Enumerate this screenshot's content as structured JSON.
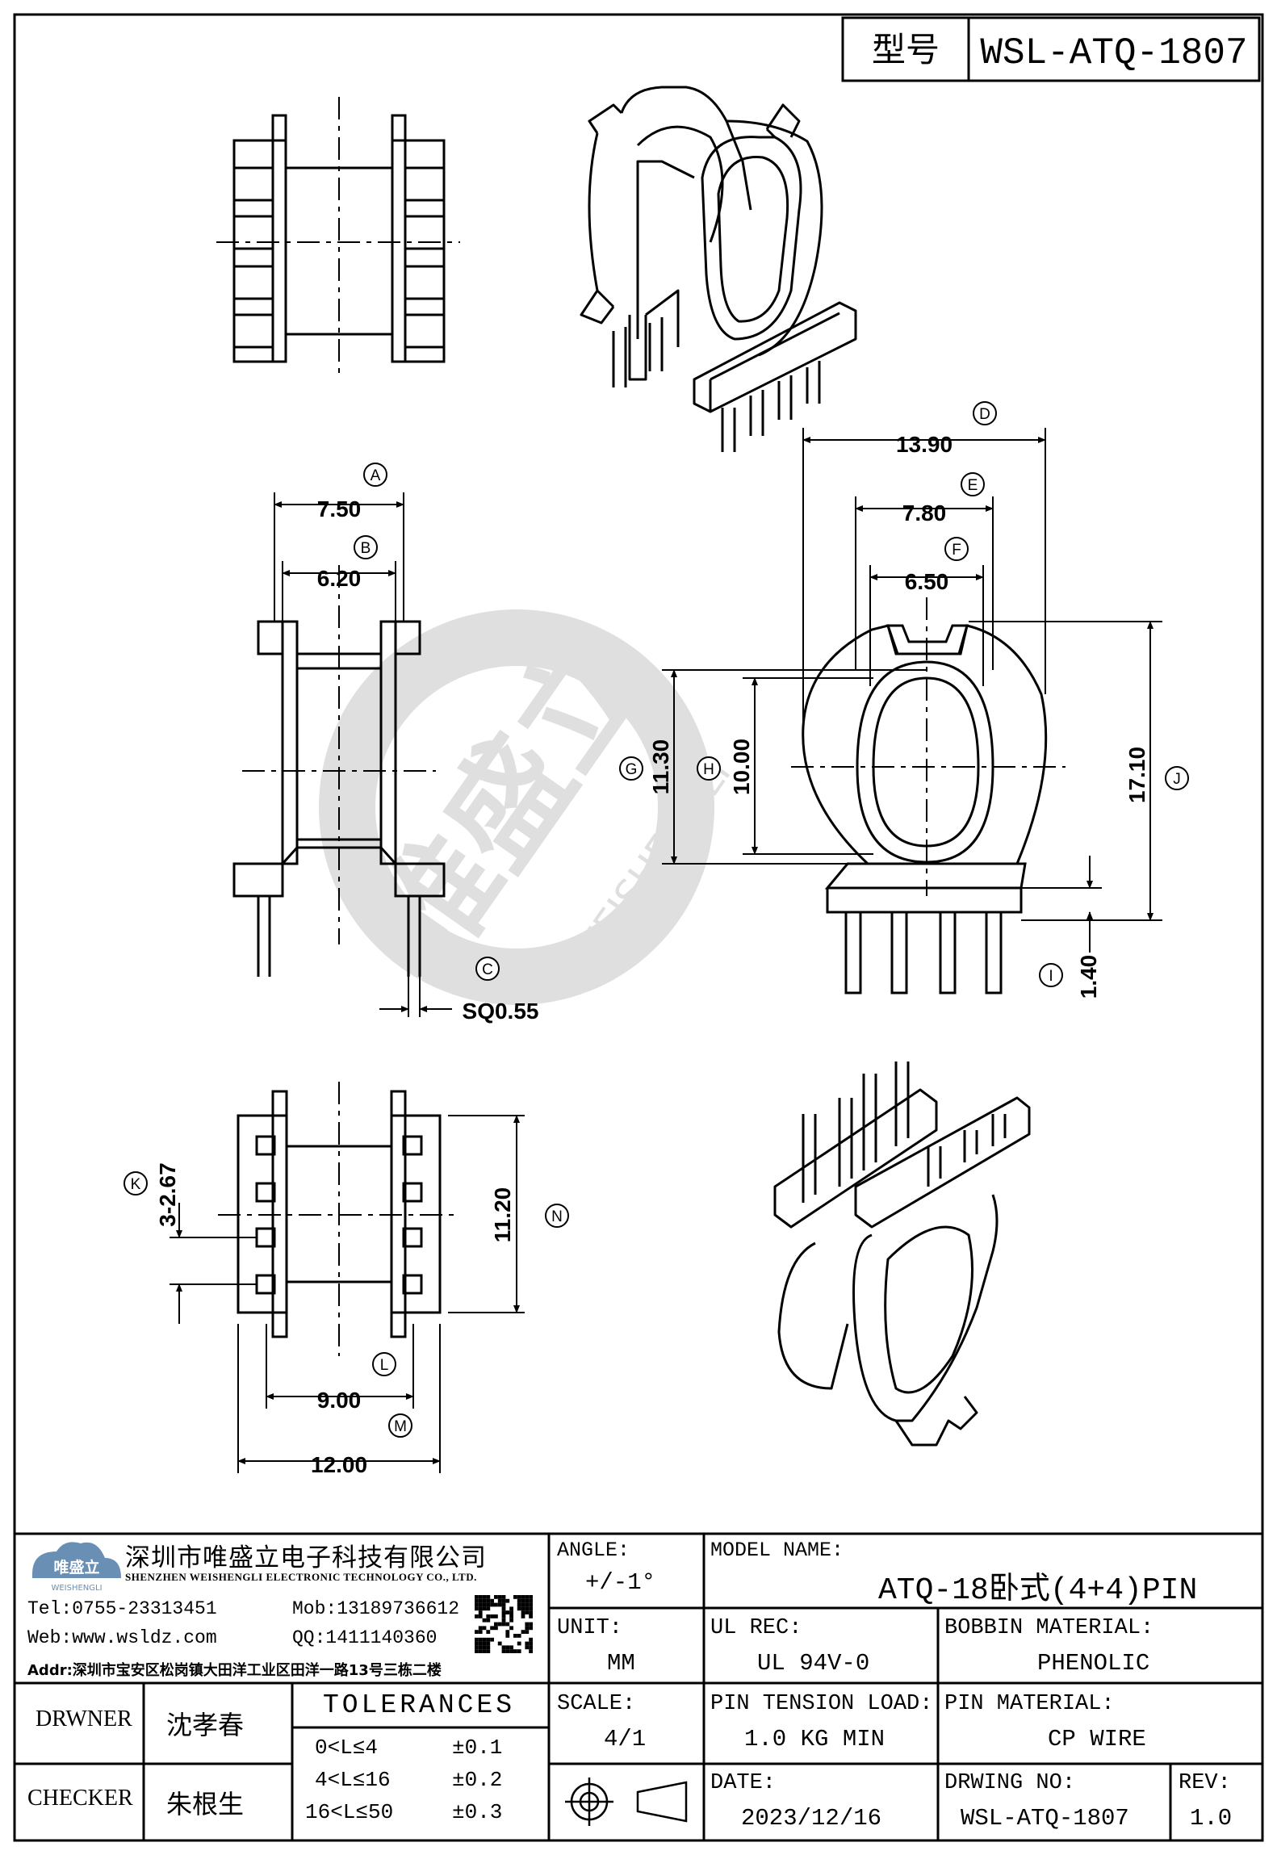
{
  "title_block": {
    "type_label": "型号",
    "model_code": "WSL-ATQ-1807"
  },
  "dimensions": [
    {
      "id": "A",
      "value": "7.50"
    },
    {
      "id": "B",
      "value": "6.20"
    },
    {
      "id": "C",
      "value": "SQ0.55"
    },
    {
      "id": "D",
      "value": "13.90"
    },
    {
      "id": "E",
      "value": "7.80"
    },
    {
      "id": "F",
      "value": "6.50"
    },
    {
      "id": "G",
      "value": "11.30"
    },
    {
      "id": "H",
      "value": "10.00"
    },
    {
      "id": "I",
      "value": "1.40"
    },
    {
      "id": "J",
      "value": "17.10"
    },
    {
      "id": "K",
      "value": "3-2.67"
    },
    {
      "id": "L",
      "value": "9.00"
    },
    {
      "id": "M",
      "value": "12.00"
    },
    {
      "id": "N",
      "value": "11.20"
    }
  ],
  "watermark": {
    "brand": "唯盛立",
    "latin": "WEISHENGLI"
  },
  "company": {
    "logo_text": "唯盛立",
    "logo_sub": "WEISHENGLI",
    "name_cn": "深圳市唯盛立电子科技有限公司",
    "name_en": "SHENZHEN WEISHENGLI ELECTRONIC TECHNOLOGY CO., LTD.",
    "tel": "Tel:0755-23313451",
    "mob": "Mob:13189736612",
    "web": "Web:www.wsldz.com",
    "qq": "QQ:1411140360",
    "addr": "Addr:深圳市宝安区松岗镇大田洋工业区田洋一路13号三栋二楼"
  },
  "fields": {
    "angle_label": "ANGLE:",
    "angle_value": "+/-1°",
    "model_name_label": "MODEL NAME:",
    "model_name_value": "ATQ-18卧式(4+4)PIN",
    "unit_label": "UNIT:",
    "unit_value": "MM",
    "ul_rec_label": "UL REC:",
    "ul_rec_value": "UL 94V-0",
    "bobbin_material_label": "BOBBIN MATERIAL:",
    "bobbin_material_value": "PHENOLIC",
    "scale_label": "SCALE:",
    "scale_value": "4/1",
    "pin_tension_label": "PIN TENSION LOAD:",
    "pin_tension_value": "1.0 KG MIN",
    "pin_material_label": "PIN MATERIAL:",
    "pin_material_value": "CP WIRE",
    "date_label": "DATE:",
    "date_value": "2023/12/16",
    "drawing_no_label": "DRWING NO:",
    "drawing_no_value": "WSL-ATQ-1807",
    "rev_label": "REV:",
    "rev_value": "1.0",
    "drawer_label": "DRWNER",
    "drawer_value": "沈孝春",
    "checker_label": "CHECKER",
    "checker_value": "朱根生",
    "tolerances_label": "TOLERANCES",
    "tolerance_rows": [
      {
        "range": "0<L≤4",
        "tol": "±0.1"
      },
      {
        "range": "4<L≤16",
        "tol": "±0.2"
      },
      {
        "range": "16<L≤50",
        "tol": "±0.3"
      }
    ]
  }
}
